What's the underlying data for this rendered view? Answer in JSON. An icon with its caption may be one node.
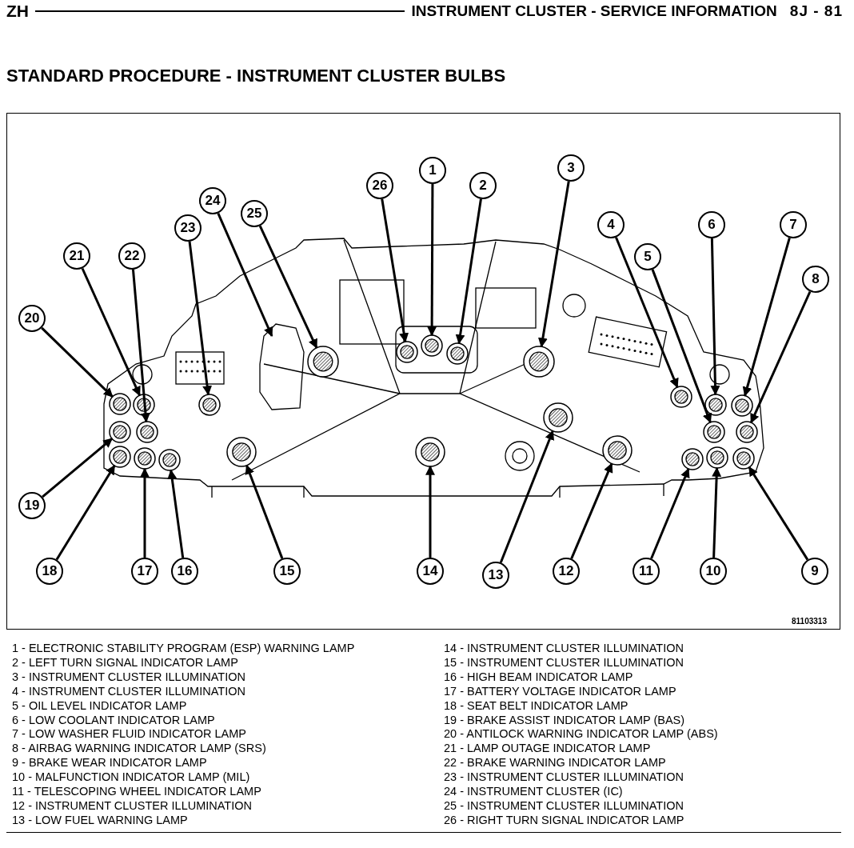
{
  "diagram": {
    "title": "STANDARD PROCEDURE - INSTRUMENT CLUSTER BULBS",
    "nodes": [
      {
        "text": [
          "1"
        ]
      },
      {
        "text": [
          "2"
        ]
      },
      {
        "text": [
          "3"
        ]
      },
      {
        "text": [
          "4"
        ]
      },
      {
        "text": [
          "5"
        ]
      },
      {
        "text": [
          "6"
        ]
      },
      {
        "text": [
          "7"
        ]
      },
      {
        "text": [
          "8"
        ]
      },
      {
        "text": [
          "9"
        ]
      },
      {
        "text": [
          "10"
        ]
      },
      {
        "text": [
          "11"
        ]
      },
      {
        "text": [
          "12"
        ]
      },
      {
        "text": [
          "13"
        ]
      },
      {
        "text": [
          "14"
        ]
      },
      {
        "text": [
          "15"
        ]
      },
      {
        "text": [
          "16"
        ]
      },
      {
        "text": [
          "17"
        ]
      },
      {
        "text": [
          "18"
        ]
      },
      {
        "text": [
          "19"
        ]
      },
      {
        "text": [
          "20"
        ]
      },
      {
        "text": [
          "21"
        ]
      },
      {
        "text": [
          "22"
        ]
      },
      {
        "text": [
          "23"
        ]
      },
      {
        "text": [
          "24"
        ]
      },
      {
        "text": [
          "25"
        ]
      },
      {
        "text": [
          "26"
        ]
      },
      {
        "text": [],
        "shape": "picture"
      },
      {
        "text": [],
        "shape": "circle",
        "in": 26
      },
      {
        "text": [],
        "shape": "circle",
        "in": 26
      },
      {
        "text": [],
        "shape": "circle",
        "in": 26
      },
      {
        "text": [],
        "shape": "circle",
        "in": 26
      },
      {
        "text": [],
        "shape": "circle",
        "in": 26
      },
      {
        "text": [],
        "shape": "circle",
        "in": 26
      },
      {
        "text": [],
        "shape": "circle",
        "in": 26
      },
      {
        "text": [],
        "shape": "circle",
        "in": 26
      },
      {
        "text": [],
        "shape": "circle",
        "in": 26
      },
      {
        "text": [],
        "shape": "circle",
        "in": 26
      },
      {
        "text": [],
        "shape": "circle",
        "in": 26
      },
      {
        "text": [],
        "shape": "circle",
        "in": 26
      },
      {
        "text": [],
        "shape": "circle",
        "in": 26
      },
      {
        "text": [],
        "shape": "circle",
        "in": 26
      },
      {
        "text": [],
        "shape": "circle",
        "in": 26
      },
      {
        "text": [],
        "shape": "circle",
        "in": 26
      },
      {
        "text": [],
        "shape": "circle",
        "in": 26
      },
      {
        "text": [],
        "shape": "circle",
        "in": 26
      },
      {
        "text": [],
        "shape": "circle",
        "in": 26
      },
      {
        "text": [],
        "shape": "circle",
        "in": 26
      },
      {
        "text": [],
        "shape": "circle",
        "in": 26
      },
      {
        "text": [],
        "shape": "circle",
        "in": 26
      },
      {
        "text": [],
        "shape": "circle",
        "in": 26
      },
      {
        "text": [],
        "shape": "circle",
        "in": 26
      },
      {
        "text": [],
        "shape": "circle",
        "in": 26
      }
    ],
    "edges": [
      {
        "from": 0,
        "to": 27,
        "arrow": "to"
      },
      {
        "from": 1,
        "to": 28,
        "arrow": "to"
      },
      {
        "from": 2,
        "to": 29,
        "arrow": "to"
      },
      {
        "from": 3,
        "to": 30,
        "arrow": "to"
      },
      {
        "from": 4,
        "to": 31,
        "arrow": "to"
      },
      {
        "from": 5,
        "to": 32,
        "arrow": "to"
      },
      {
        "from": 6,
        "to": 33,
        "arrow": "to"
      },
      {
        "from": 7,
        "to": 34,
        "arrow": "to"
      },
      {
        "from": 8,
        "to": 35,
        "arrow": "to"
      },
      {
        "from": 9,
        "to": 36,
        "arrow": "to"
      },
      {
        "from": 10,
        "to": 37,
        "arrow": "to"
      },
      {
        "from": 11,
        "to": 38,
        "arrow": "to"
      },
      {
        "from": 12,
        "to": 39,
        "arrow": "to"
      },
      {
        "from": 13,
        "to": 40,
        "arrow": "to"
      },
      {
        "from": 14,
        "to": 41,
        "arrow": "to"
      },
      {
        "from": 15,
        "to": 42,
        "arrow": "to"
      },
      {
        "from": 16,
        "to": 43,
        "arrow": "to"
      },
      {
        "from": 17,
        "to": 44,
        "arrow": "to"
      },
      {
        "from": 18,
        "to": 45,
        "arrow": "to"
      },
      {
        "from": 19,
        "to": 46,
        "arrow": "to"
      },
      {
        "from": 20,
        "to": 47,
        "arrow": "to"
      },
      {
        "from": 21,
        "to": 48,
        "arrow": "to"
      },
      {
        "from": 22,
        "to": 49,
        "arrow": "to"
      },
      {
        "from": 23,
        "to": 26,
        "arrow": "to"
      },
      {
        "from": 24,
        "to": 50,
        "arrow": "to"
      },
      {
        "from": 25,
        "to": 51,
        "arrow": "to"
      }
    ],
    "labels": [
      "ZH",
      "INSTRUMENT CLUSTER - SERVICE INFORMATION",
      "8J - 81",
      "81103313",
      "1 - ELECTRONIC STABILITY PROGRAM (ESP) WARNING LAMP",
      "2 - LEFT TURN SIGNAL INDICATOR LAMP",
      "3 - INSTRUMENT CLUSTER ILLUMINATION",
      "4 - INSTRUMENT CLUSTER ILLUMINATION",
      "5 - OIL LEVEL INDICATOR LAMP",
      "6 - LOW COOLANT INDICATOR LAMP",
      "7 - LOW WASHER FLUID INDICATOR LAMP",
      "8 - AIRBAG WARNING INDICATOR LAMP (SRS)",
      "9 - BRAKE WEAR INDICATOR LAMP",
      "10 - MALFUNCTION INDICATOR LAMP (MIL)",
      "11 - TELESCOPING WHEEL INDICATOR LAMP",
      "12 - INSTRUMENT CLUSTER ILLUMINATION",
      "13 - LOW FUEL WARNING LAMP",
      "14 - INSTRUMENT CLUSTER ILLUMINATION",
      "15 - INSTRUMENT CLUSTER ILLUMINATION",
      "16 - HIGH BEAM INDICATOR LAMP",
      "17 - BATTERY VOLTAGE INDICATOR LAMP",
      "18 - SEAT BELT INDICATOR LAMP",
      "19 - BRAKE ASSIST INDICATOR LAMP (BAS)",
      "20 - ANTILOCK WARNING INDICATOR LAMP (ABS)",
      "21 - LAMP OUTAGE INDICATOR LAMP",
      "22 - BRAKE WARNING INDICATOR LAMP",
      "23 - INSTRUMENT CLUSTER ILLUMINATION",
      "24 - INSTRUMENT CLUSTER (IC)",
      "25 - INSTRUMENT CLUSTER ILLUMINATION",
      "26 - RIGHT TURN SIGNAL INDICATOR LAMP"
    ]
  }
}
